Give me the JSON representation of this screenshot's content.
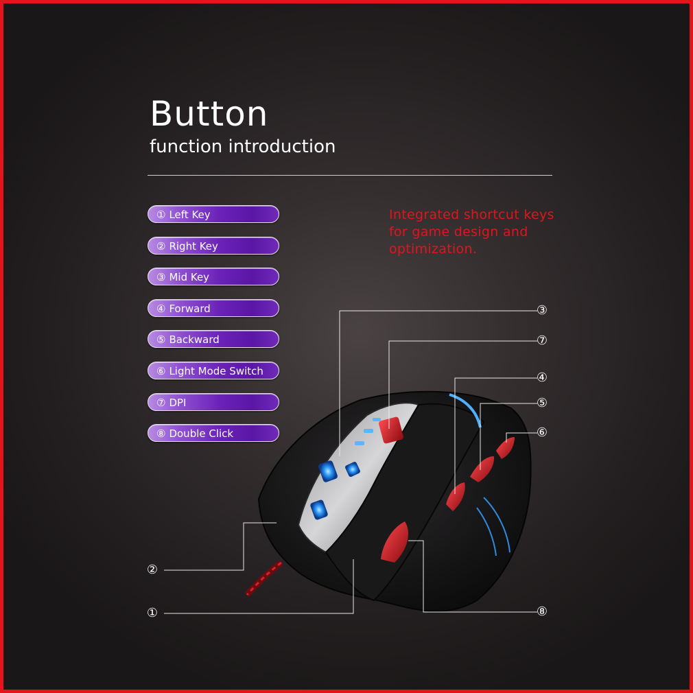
{
  "header": {
    "title": "Button",
    "subtitle": "function introduction"
  },
  "buttons": [
    {
      "num": "①",
      "label": "Left Key"
    },
    {
      "num": "②",
      "label": "Right Key"
    },
    {
      "num": "③",
      "label": "Mid Key"
    },
    {
      "num": "④",
      "label": "Forward"
    },
    {
      "num": "⑤",
      "label": "Backward"
    },
    {
      "num": "⑥",
      "label": "Light Mode Switch"
    },
    {
      "num": "⑦",
      "label": "DPI"
    },
    {
      "num": "⑧",
      "label": "Double Click"
    }
  ],
  "note": "Integrated shortcut keys for game design and optimization.",
  "callouts": {
    "c1": "①",
    "c2": "②",
    "c3": "③",
    "c4": "④",
    "c5": "⑤",
    "c6": "⑥",
    "c7": "⑦",
    "c8": "⑧"
  },
  "colors": {
    "border": "#e3141b",
    "note_text": "#e3141b",
    "pill_purple": "#6a22b8",
    "mouse_led_blue": "#2f9bff",
    "mouse_button_red": "#c8161d"
  },
  "icons": [
    "gaming-mouse-illustration"
  ]
}
